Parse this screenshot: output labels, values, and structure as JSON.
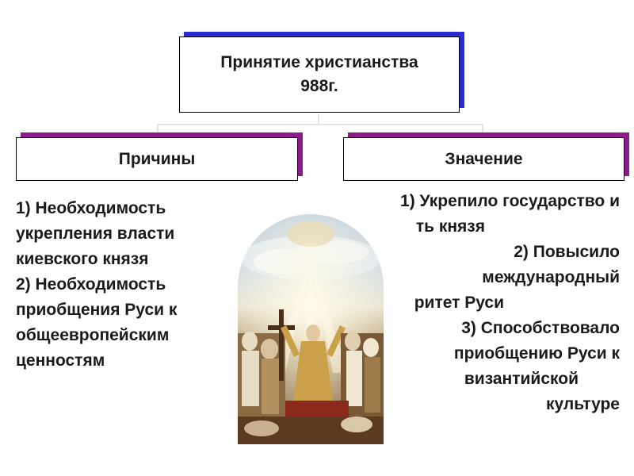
{
  "title_box": {
    "line1": "Принятие христианства",
    "line2": "988г."
  },
  "left_box": {
    "label": "Причины"
  },
  "right_box": {
    "label": "Значение"
  },
  "reasons": [
    "1) Необходимость",
    "укрепления власти",
    "киевского князя",
    "2) Необходимость",
    "приобщения Руси к",
    "общеевропейским",
    "ценностям"
  ],
  "significance": [
    "1) Укрепило государство и",
    "ть князя",
    "2) Повысило",
    "международный",
    "ритет Руси",
    "3) Способствовало",
    "приобщению Руси к",
    "византийской",
    "культуре"
  ],
  "colors": {
    "title_shadow": "#2b2bcf",
    "box_shadow": "#8e1b8e"
  }
}
